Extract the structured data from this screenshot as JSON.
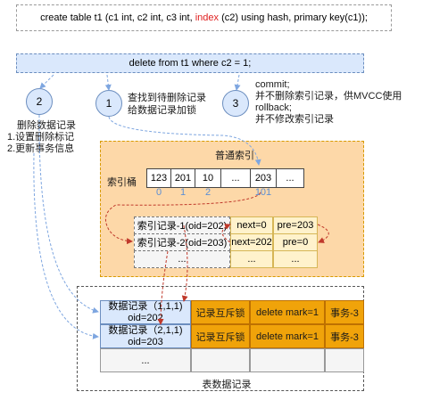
{
  "sql": {
    "prefix": "create table t1 (c1 int, c2 int, c3 int, ",
    "highlight": "index",
    "suffix": " (c2) using hash, primary key(c1));"
  },
  "statement": "delete from t1 where c2 = 1;",
  "steps": [
    {
      "num": "1",
      "lines": [
        "查找到待删除记录",
        "给数据记录加锁"
      ]
    },
    {
      "num": "2",
      "lines": [
        "删除数据记录",
        "1.设置删除标记",
        "2.更新事务信息"
      ]
    },
    {
      "num": "3",
      "lines": [
        "commit;",
        "并不删除索引记录，供MVCC使用",
        "rollback;",
        "并不修改索引记录"
      ]
    }
  ],
  "index": {
    "title": "普通索引",
    "bucket_label": "索引桶",
    "buckets": [
      "123",
      "201",
      "10",
      "...",
      "203",
      "..."
    ],
    "bucket_nums": [
      "0",
      "1",
      "2",
      "",
      "101",
      ""
    ],
    "records": [
      {
        "name": "索引记录-1(oid=202)",
        "next": "next=0",
        "pre": "pre=203"
      },
      {
        "name": "索引记录-2(oid=203)",
        "next": "next=202",
        "pre": "pre=0"
      },
      {
        "name": "...",
        "next": "...",
        "pre": "..."
      }
    ]
  },
  "table": {
    "title": "表数据记录",
    "rows": [
      {
        "rec_line1": "数据记录（1,1,1)",
        "rec_line2": "oid=202",
        "lock": "记录互斥锁",
        "mark": "delete mark=1",
        "txn": "事务-3"
      },
      {
        "rec_line1": "数据记录（2,1,1)",
        "rec_line2": "oid=203",
        "lock": "记录互斥锁",
        "mark": "delete mark=1",
        "txn": "事务-3"
      },
      {
        "rec_line1": "...",
        "rec_line2": "",
        "lock": "",
        "mark": "",
        "txn": ""
      }
    ]
  },
  "colors": {
    "blue": "#dae8fc",
    "orange": "#f0a30a",
    "index_bg": "#fdd8a8",
    "link_red": "#c0392b",
    "link_blue": "#7ea6e0",
    "label_num": "#5b8fd6"
  }
}
